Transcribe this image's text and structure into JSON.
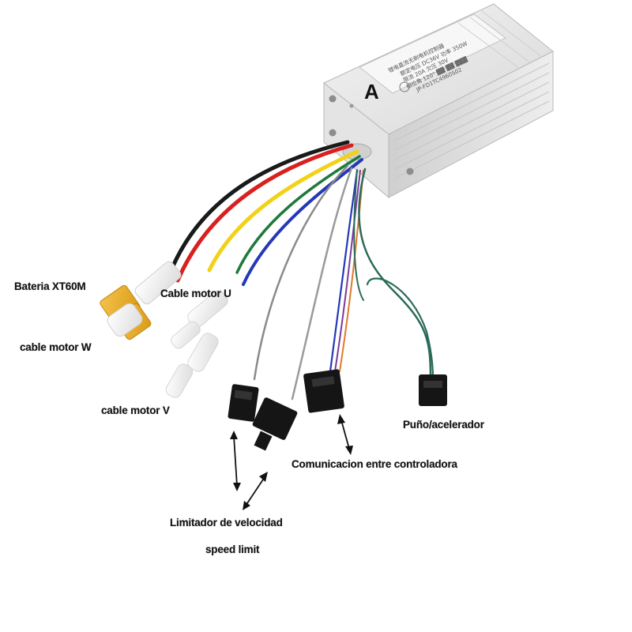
{
  "letter": "A",
  "labels": {
    "battery": "Bateria XT60M",
    "motor_u": "Cable motor U",
    "motor_w": "cable motor W",
    "motor_v": "cable motor V",
    "throttle": "Puño/acelerador",
    "communication": "Comunicacion entre controladora",
    "limiter": "Limitador de velocidad",
    "speed_limit": "speed limit"
  },
  "wire_colors": {
    "black": "#1a1a1a",
    "red": "#d82020",
    "yellow": "#f2d218",
    "green": "#1f7a3a",
    "blue": "#2438b8",
    "gray": "#8a8a8a",
    "teal": "#2a6b5a",
    "orange": "#e07a2a"
  }
}
